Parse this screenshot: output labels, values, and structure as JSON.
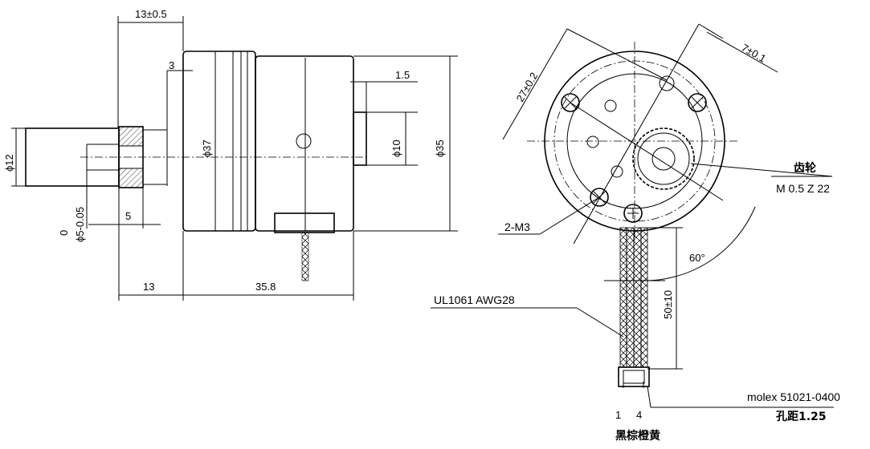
{
  "side_view": {
    "dims": {
      "flange_width": "13±0.5",
      "flange_gap": "3",
      "boss_gap": "1.5",
      "pulley_dia": "ϕ12",
      "body_dia": "ϕ37",
      "boss_dia": "ϕ10",
      "outer_dia": "ϕ35",
      "shaft_dia": "ϕ5-0.05",
      "shaft_tol_upper": "0",
      "shaft_len": "5",
      "flange_len": "13",
      "body_len": "35.8"
    }
  },
  "front_view": {
    "dims": {
      "mount_dist": "27±0.2",
      "offset": "7±0.1",
      "wire_len": "50±10",
      "angle": "60°"
    },
    "labels": {
      "gear_title": "齿轮",
      "gear_spec": "M 0.5 Z 22",
      "screw": "2-M3",
      "cable": "UL1061 AWG28",
      "connector": "molex 51021-0400",
      "pitch": "孔距1.25",
      "pin_1": "1",
      "pin_4": "4",
      "wire_colors": "黑棕橙黄"
    }
  }
}
